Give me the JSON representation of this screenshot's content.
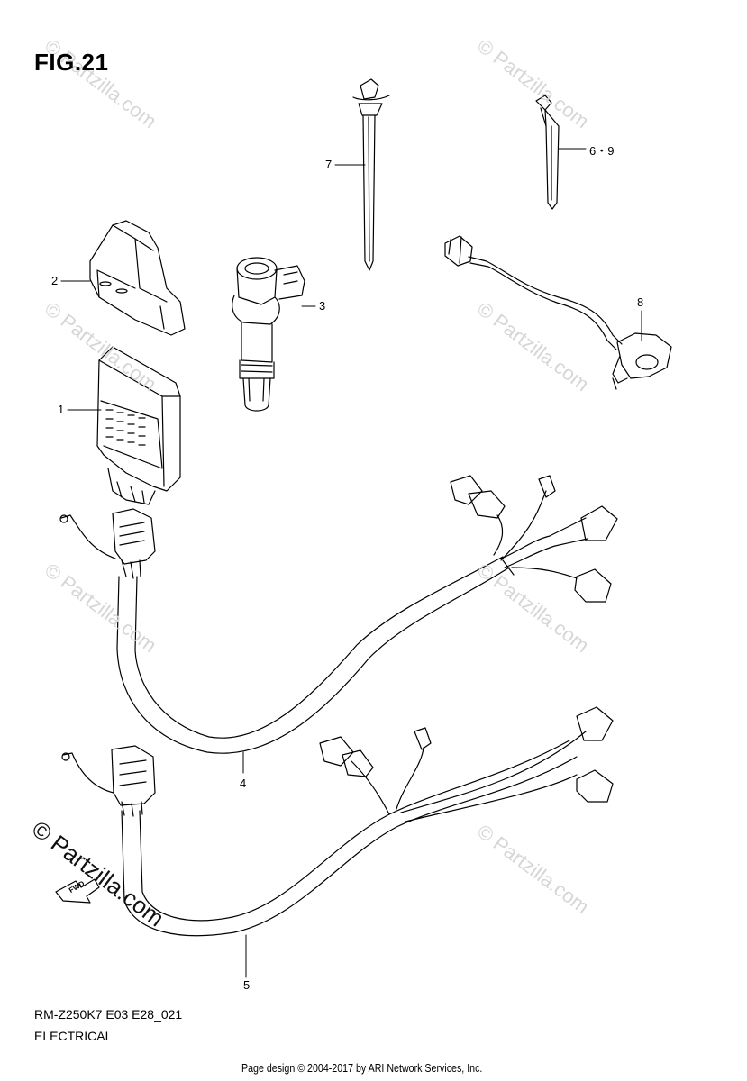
{
  "figure": {
    "title": "FIG.21",
    "code": "RM-Z250K7 E03 E28_021",
    "section": "ELECTRICAL",
    "copyright": "Page design © 2004-2017 by ARI Network Services, Inc.",
    "watermark": "© Partzilla.com",
    "fwd_label": "FWD"
  },
  "callouts": [
    {
      "id": "1",
      "label": "1"
    },
    {
      "id": "2",
      "label": "2"
    },
    {
      "id": "3",
      "label": "3"
    },
    {
      "id": "4",
      "label": "4"
    },
    {
      "id": "5",
      "label": "5"
    },
    {
      "id": "6-9",
      "label": "6・9"
    },
    {
      "id": "7",
      "label": "7"
    },
    {
      "id": "8",
      "label": "8"
    }
  ]
}
